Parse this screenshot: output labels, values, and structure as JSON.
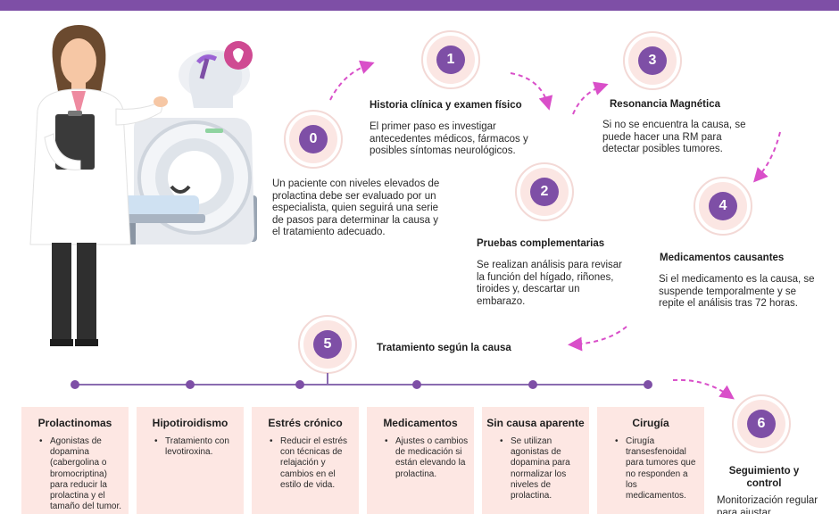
{
  "colors": {
    "accent": "#7e4fa6",
    "arrow": "#d94fc9",
    "pink_light": "#fde7e3",
    "ring": "#f3d9d6"
  },
  "steps": [
    {
      "number": "0",
      "title": "",
      "description": "Un paciente con niveles elevados de prolactina debe ser evaluado por un especialista, quien seguirá una serie de pasos para determinar la causa y el tratamiento adecuado."
    },
    {
      "number": "1",
      "title": "Historia clínica y examen físico",
      "description": "El primer paso es investigar antecedentes médicos, fármacos y posibles síntomas neurológicos."
    },
    {
      "number": "2",
      "title": "Pruebas complementarias",
      "description": "Se realizan análisis para revisar la función del hígado, riñones, tiroides y, descartar un embarazo."
    },
    {
      "number": "3",
      "title": "Resonancia Magnética",
      "description": "Si no se encuentra la causa, se puede hacer una RM para detectar posibles tumores."
    },
    {
      "number": "4",
      "title": "Medicamentos causantes",
      "description": "Si el medicamento es la causa, se suspende temporalmente y se repite el análisis tras 72 horas."
    },
    {
      "number": "5",
      "title": "Tratamiento según la causa",
      "description": ""
    },
    {
      "number": "6",
      "title": "Seguimiento y control",
      "description": "Monitorización regular para ajustar"
    }
  ],
  "causes": [
    {
      "title": "Prolactinomas",
      "items": [
        "Agonistas de dopamina (cabergolina o bromocriptina) para reducir la prolactina y el tamaño del tumor."
      ]
    },
    {
      "title": "Hipotiroidismo",
      "items": [
        "Tratamiento con levotiroxina."
      ]
    },
    {
      "title": "Estrés crónico",
      "items": [
        "Reducir el estrés con técnicas de relajación y cambios en el estilo de vida."
      ]
    },
    {
      "title": "Medicamentos",
      "items": [
        "Ajustes o cambios de medicación si están elevando la prolactina."
      ]
    },
    {
      "title": "Sin causa aparente",
      "items": [
        "Se utilizan agonistas de dopamina para normalizar los niveles de prolactina."
      ]
    },
    {
      "title": "Cirugía",
      "items": [
        "Cirugía transesfenoidal para tumores que no responden a los medicamentos."
      ]
    }
  ]
}
